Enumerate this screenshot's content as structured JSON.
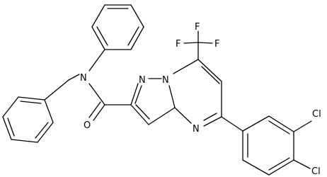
{
  "molecule": {
    "atoms": {
      "n_amide": "N",
      "o_carbonyl": "O",
      "n_pyrazole_1": "N",
      "n_bridgehead": "N",
      "n_pyrimidine": "N",
      "f_top": "F",
      "f_left": "F",
      "f_right": "F",
      "cl_upper": "Cl",
      "cl_lower": "Cl"
    }
  }
}
